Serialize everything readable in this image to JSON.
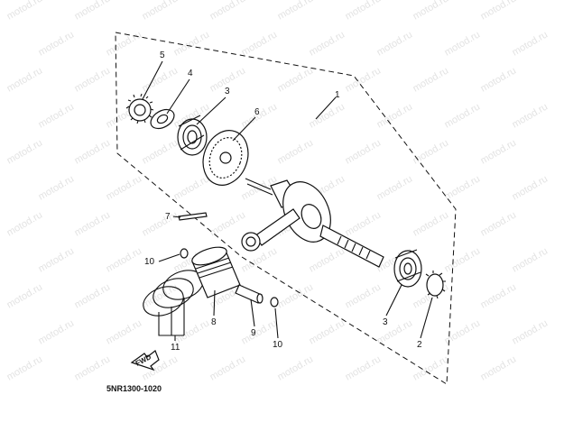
{
  "watermark": "motod.ru",
  "diagram_code": "5NR1300-1020",
  "fwd_label": "FWD",
  "callouts": {
    "c1": "1",
    "c2": "2",
    "c3a": "3",
    "c3b": "3",
    "c4": "4",
    "c5": "5",
    "c6": "6",
    "c7": "7",
    "c8": "8",
    "c9": "9",
    "c10a": "10",
    "c10b": "10",
    "c11": "11"
  }
}
